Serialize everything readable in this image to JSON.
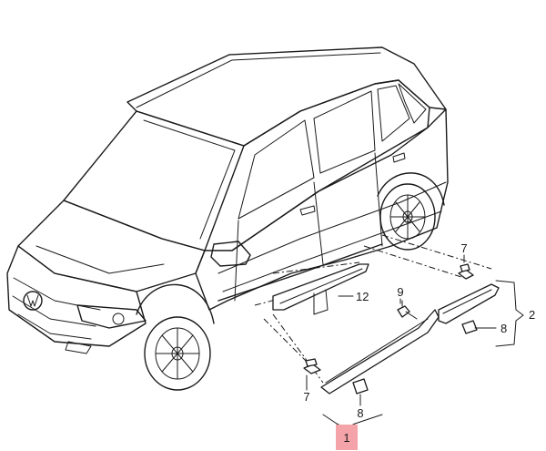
{
  "diagram": {
    "callouts": [
      {
        "id": "label-1",
        "text": "1"
      },
      {
        "id": "label-2",
        "text": "2"
      },
      {
        "id": "label-7-top",
        "text": "7"
      },
      {
        "id": "label-7-bottom",
        "text": "7"
      },
      {
        "id": "label-8-right",
        "text": "8"
      },
      {
        "id": "label-8-bottom",
        "text": "8"
      },
      {
        "id": "label-9",
        "text": "9"
      },
      {
        "id": "label-12",
        "text": "12"
      }
    ],
    "highlight_color": "#f4a3a8",
    "line_color": "#1a1a1a"
  }
}
